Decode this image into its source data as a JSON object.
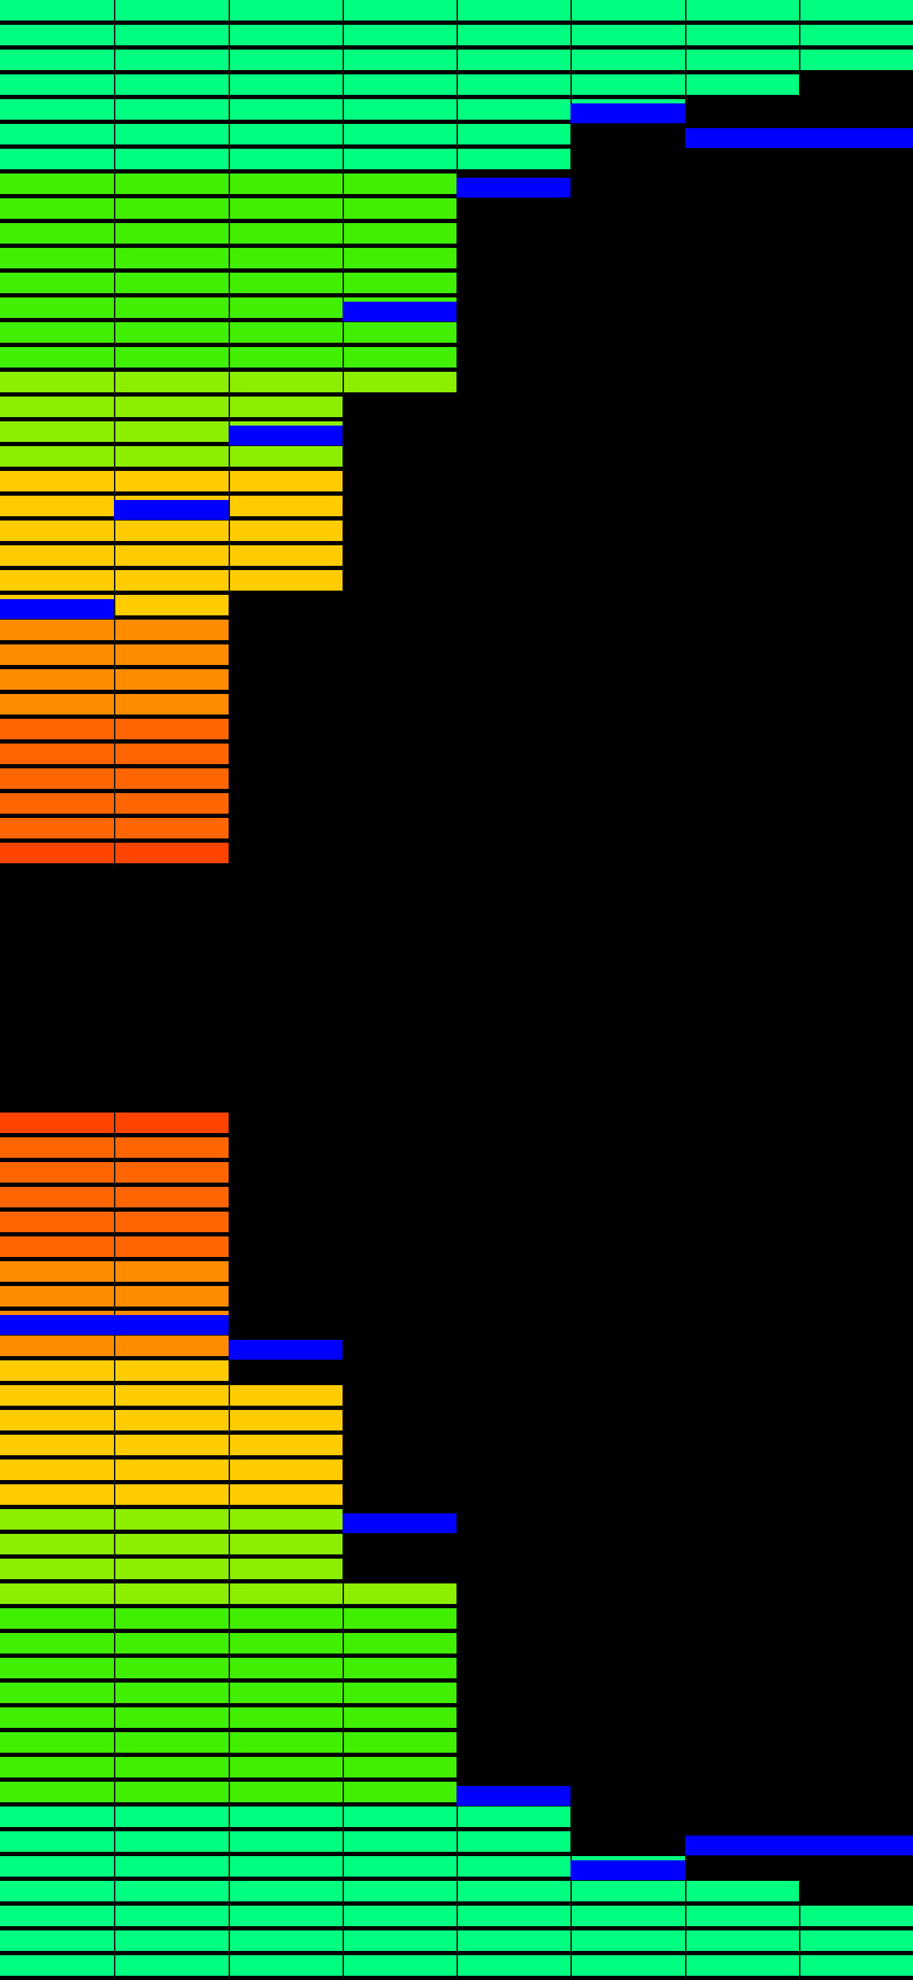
{
  "colors": {
    "background": "#000000",
    "peak": "#0000ff",
    "levels": [
      "#00ff80",
      "#40f000",
      "#8cee00",
      "#ffcc00",
      "#ff8c00",
      "#ff6600",
      "#ff4400"
    ]
  },
  "top_half": {
    "columns": [
      {
        "level": 0.89,
        "peak": 0.61
      },
      {
        "level": 0.89,
        "peak": 0.52
      },
      {
        "level": 0.62,
        "peak": 0.44
      },
      {
        "level": 0.41,
        "peak": 0.3
      },
      {
        "level": 0.19,
        "peak": 0.17
      },
      {
        "level": 0.13,
        "peak": 0.11
      },
      {
        "level": 0.1,
        "peak": 0.14
      },
      {
        "level": 0.08,
        "peak": 0.12
      }
    ]
  },
  "bottom_half": {
    "columns": [
      {
        "level": 0.89,
        "peak": 0.66
      },
      {
        "level": 0.89,
        "peak": 0.66
      },
      {
        "level": 0.61,
        "peak": 0.64
      },
      {
        "level": 0.4,
        "peak": 0.46
      },
      {
        "level": 0.19,
        "peak": 0.17
      },
      {
        "level": 0.13,
        "peak": 0.11
      },
      {
        "level": 0.1,
        "peak": 0.14
      },
      {
        "level": 0.08,
        "peak": 0.12
      }
    ]
  }
}
